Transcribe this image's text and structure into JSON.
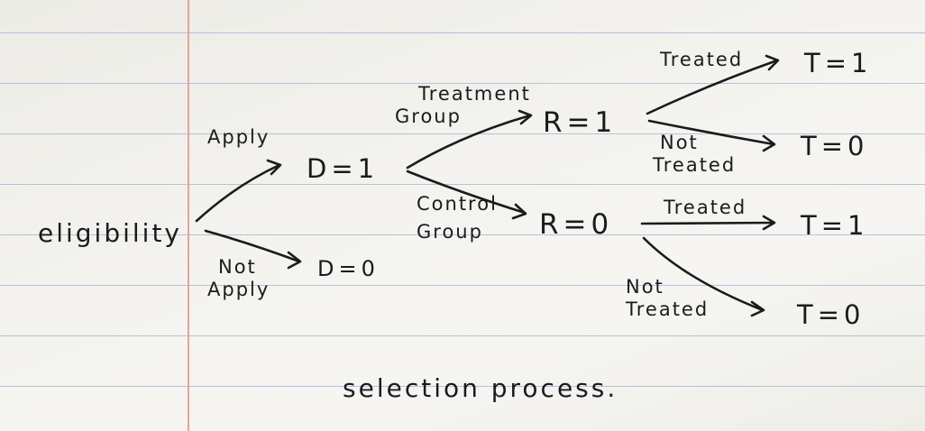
{
  "nodes": {
    "eligibility": "eligibility",
    "d1": "D=1",
    "d0": "D=0",
    "r1": "R=1",
    "r0": "R=0",
    "t1_top": "T=1",
    "t0_top": "T=0",
    "t1_bottom": "T=1",
    "t0_bottom": "T=0"
  },
  "edge_labels": {
    "apply": "Apply",
    "not_apply": [
      "Not",
      "Apply"
    ],
    "treatment_group": [
      "Treatment",
      "Group"
    ],
    "control_group": [
      "Control",
      "Group"
    ],
    "treated_top": "Treated",
    "not_treated_top": [
      "Not",
      "Treated"
    ],
    "treated_bottom": "Treated",
    "not_treated_bottom": [
      "Not",
      "Treated"
    ]
  },
  "caption": "selection process."
}
